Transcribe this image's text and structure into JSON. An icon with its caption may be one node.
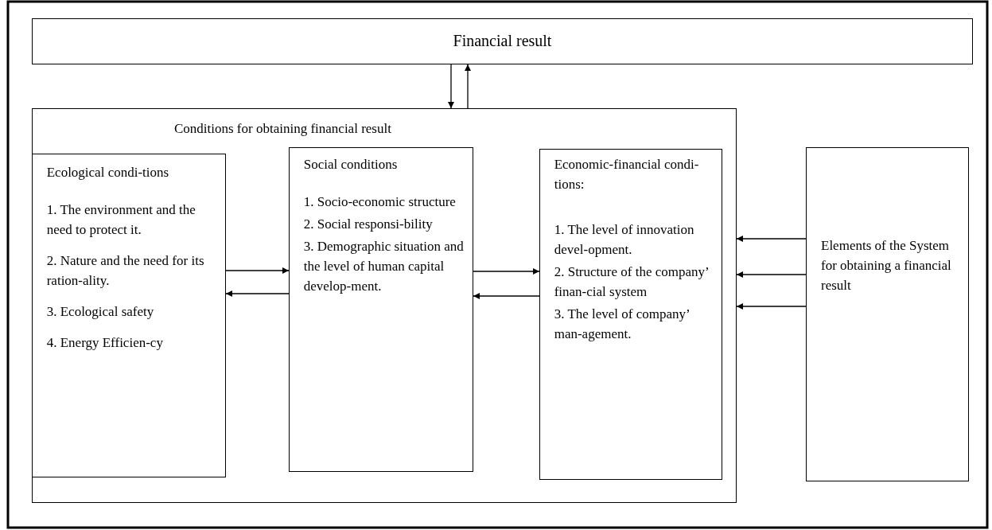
{
  "diagram": {
    "nodes": [
      {
        "text": [
          "Financial result"
        ]
      },
      {
        "text": [
          "Conditions for obtaining financial result"
        ]
      },
      {
        "text": [
          "Ecological condi-tions",
          "1. The environment and the need to protect it.",
          "2. Nature and the need for its ration-ality.",
          "3. Ecological safety",
          "4. Energy Efficien-cy"
        ],
        "in": 1
      },
      {
        "text": [
          "Social conditions",
          "1. Socio-economic structure",
          "2. Social responsi-bility",
          "3. Demographic situation and the level of human capital develop-ment."
        ],
        "in": 1
      },
      {
        "text": [
          "Economic-financial condi-tions:",
          "1. The level of innovation devel-opment.",
          "2. Structure of the company’ finan-cial system",
          "3. The level of company’ man-agement."
        ],
        "in": 1
      },
      {
        "text": [
          "Elements of the System for obtaining a financial result"
        ]
      }
    ],
    "edges": [
      {
        "from": 0,
        "to": 1,
        "arrow": "to"
      },
      {
        "from": 1,
        "to": 0,
        "arrow": "to"
      },
      {
        "from": 2,
        "to": 3,
        "arrow": "to"
      },
      {
        "from": 3,
        "to": 2,
        "arrow": "to"
      },
      {
        "from": 3,
        "to": 4,
        "arrow": "to"
      },
      {
        "from": 4,
        "to": 3,
        "arrow": "to"
      },
      {
        "from": 5,
        "to": 1,
        "arrow": "to"
      },
      {
        "from": 5,
        "to": 1,
        "arrow": "to"
      },
      {
        "from": 5,
        "to": 1,
        "arrow": "to"
      }
    ]
  }
}
